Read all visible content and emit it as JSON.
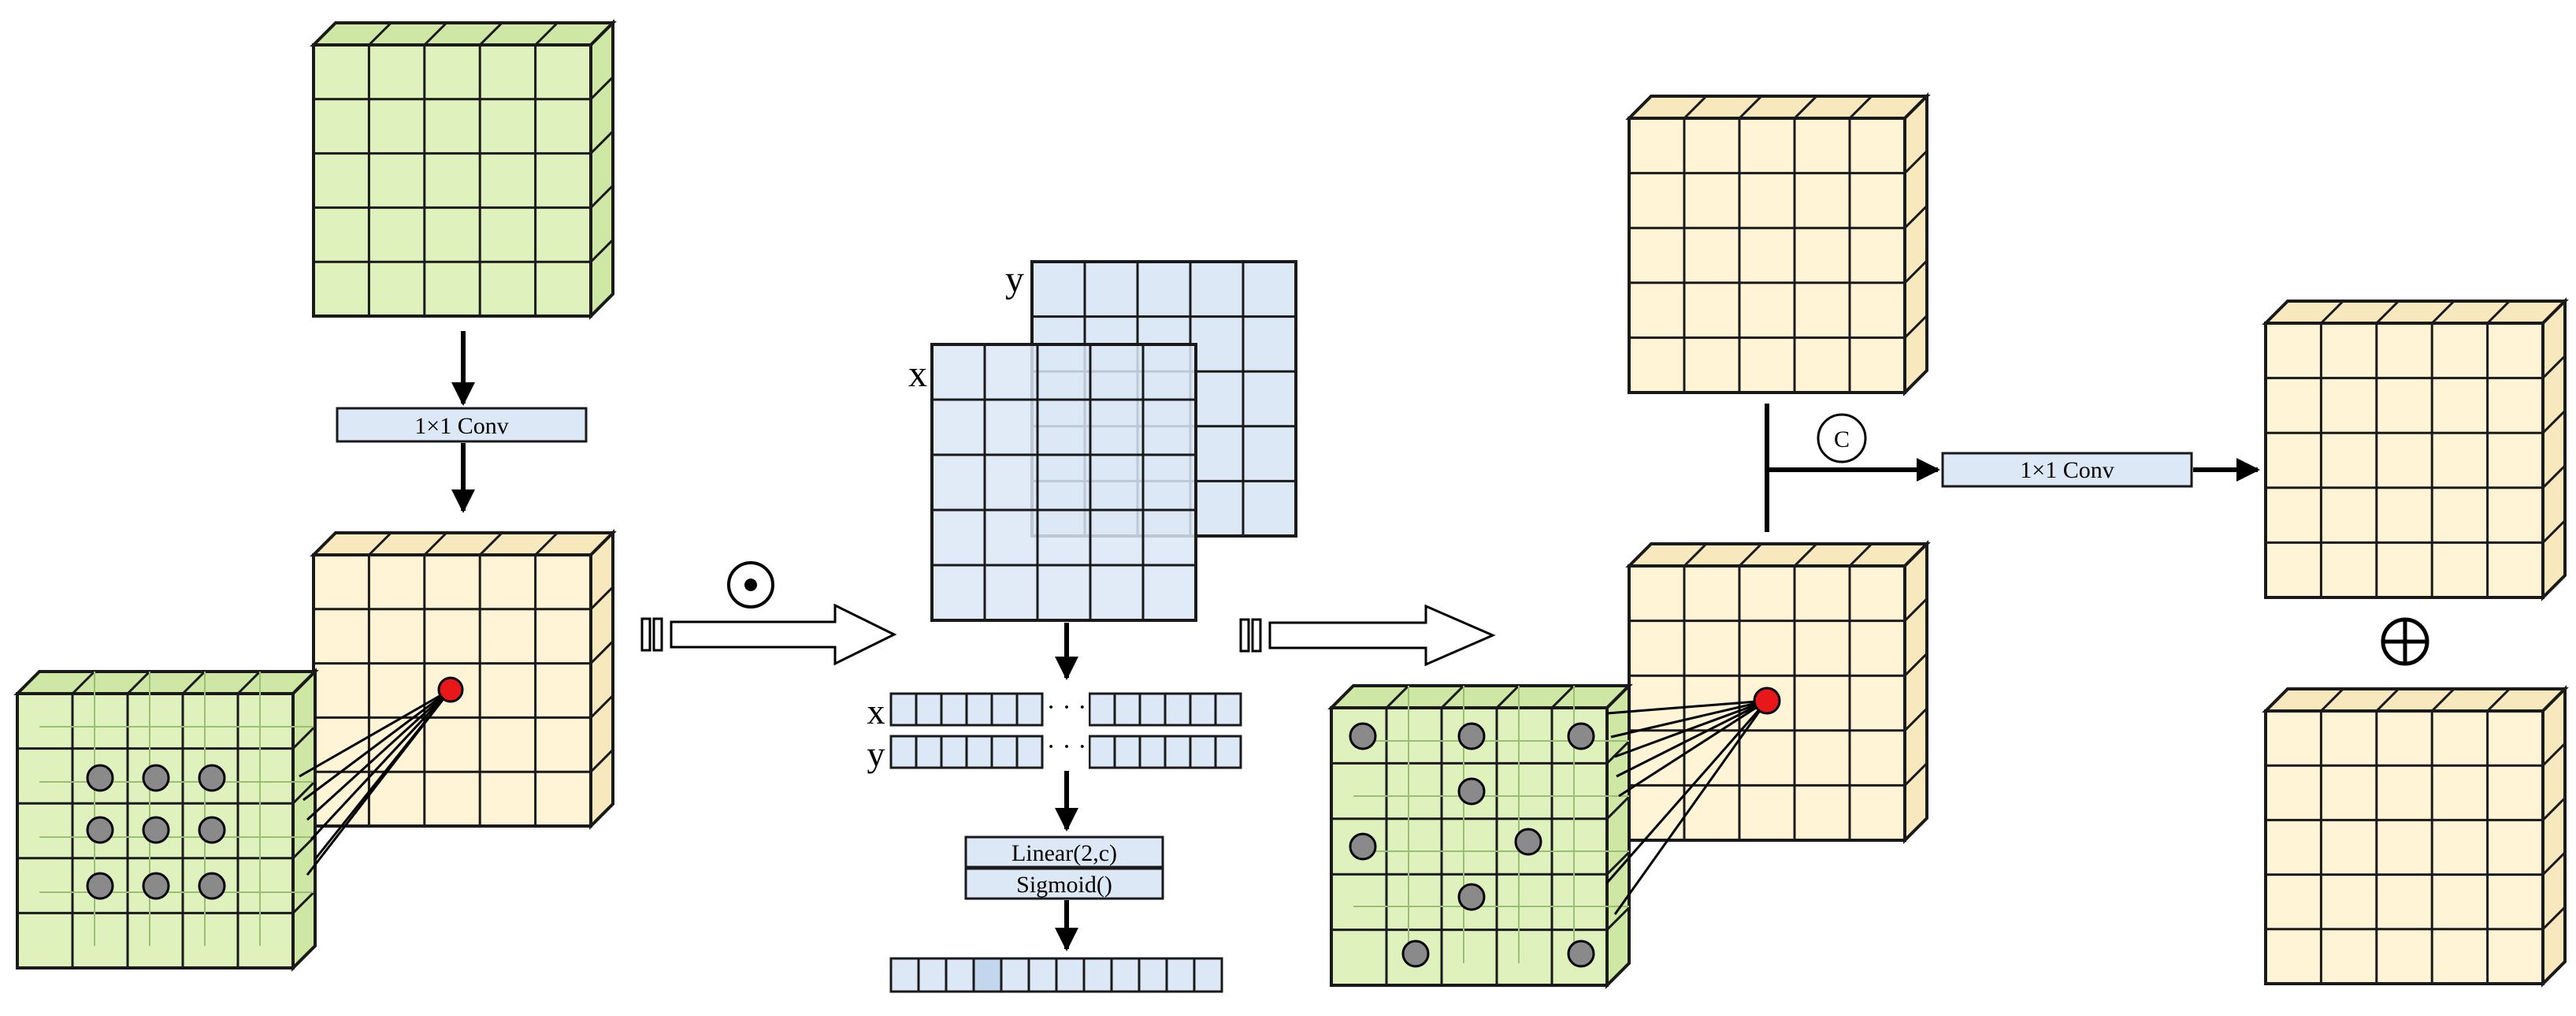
{
  "colors": {
    "green": "#dff2bd",
    "green_side": "#cfe7a5",
    "cream": "#fff4d6",
    "cream_side": "#f7e8bd",
    "blue": "#dce8f6",
    "blue_dark": "#c2d6ee",
    "red": "#e8181a",
    "dot": "#8a8a8a",
    "stroke": "#1a1a1a"
  },
  "labels": {
    "conv_left": "1×1 Conv",
    "conv_right": "1×1 Conv",
    "map_x": "x",
    "map_y": "y",
    "vec_x": "x",
    "vec_y": "y",
    "linear": "Linear(2,c)",
    "sigmoid": "Sigmoid()",
    "dots": "· · ·",
    "odot": "⊙",
    "concat": "C",
    "oplus": "⊕"
  },
  "symbols": {
    "multiply_icon": "elementwise-multiply-icon",
    "concat_icon": "concat-icon",
    "add_icon": "elementwise-add-icon"
  }
}
